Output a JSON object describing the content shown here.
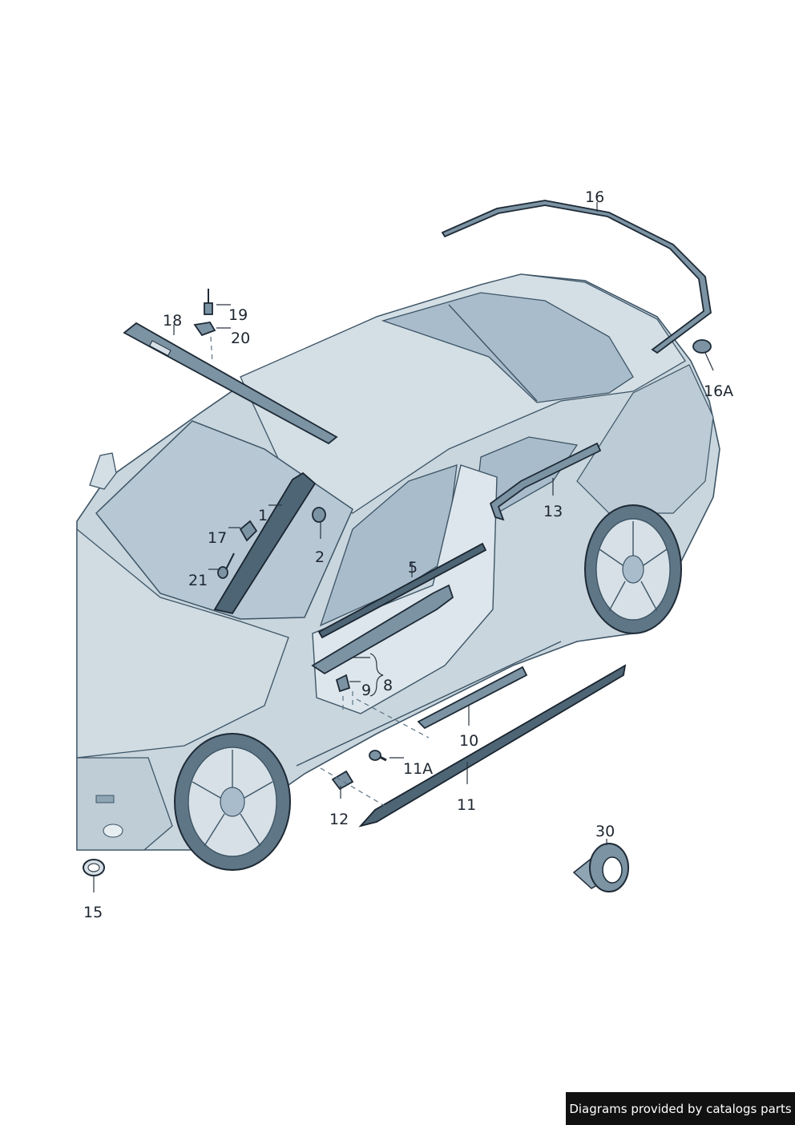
{
  "callouts": {
    "c1": "1",
    "c2": "2",
    "c5": "5",
    "c8": "8",
    "c9": "9",
    "c10": "10",
    "c11": "11",
    "c11a": "11A",
    "c12": "12",
    "c13": "13",
    "c15": "15",
    "c16": "16",
    "c16a": "16A",
    "c17": "17",
    "c18": "18",
    "c19": "19",
    "c20": "20",
    "c21": "21",
    "c30": "30"
  },
  "footer": {
    "text": "Diagrams provided by catalogs parts"
  },
  "colors": {
    "body_fill": "#c9d6de",
    "glass_fill": "#a9bccb",
    "part_fill": "#7b93a3",
    "footer_bg": "#111111"
  }
}
